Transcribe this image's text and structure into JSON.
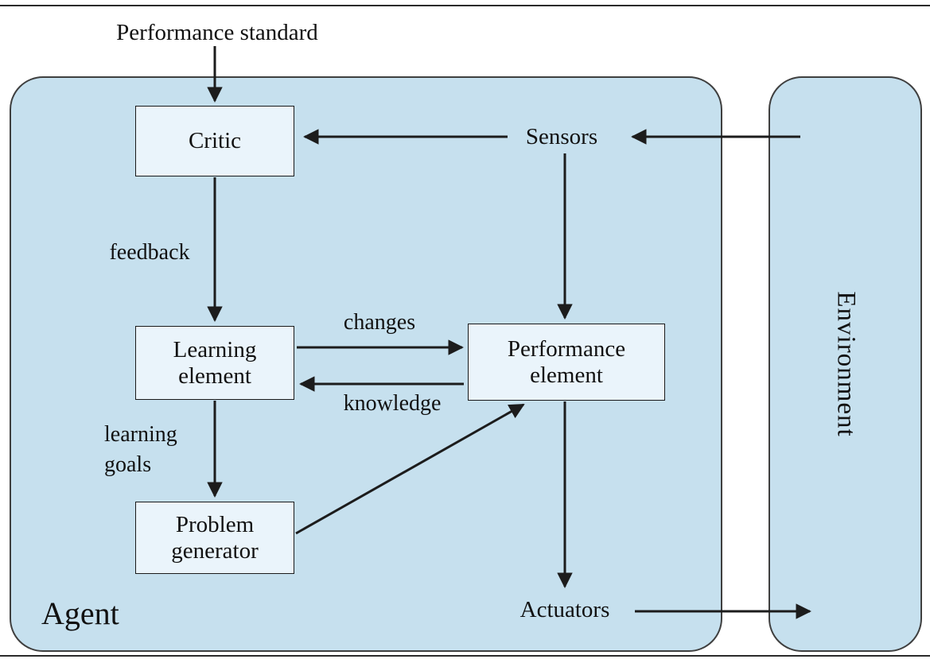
{
  "labels": {
    "performance_standard": "Performance standard",
    "sensors": "Sensors",
    "actuators": "Actuators",
    "agent": "Agent",
    "environment": "Environment"
  },
  "nodes": {
    "critic": "Critic",
    "learning_element": "Learning\nelement",
    "performance_element": "Performance\nelement",
    "problem_generator": "Problem\ngenerator"
  },
  "edge_labels": {
    "feedback": "feedback",
    "changes": "changes",
    "knowledge": "knowledge",
    "learning_goals": "learning\ngoals"
  },
  "edges": [
    {
      "from": "Performance standard",
      "to": "Critic",
      "label": ""
    },
    {
      "from": "Environment",
      "to": "Sensors",
      "label": ""
    },
    {
      "from": "Sensors",
      "to": "Critic",
      "label": ""
    },
    {
      "from": "Critic",
      "to": "Learning element",
      "label": "feedback"
    },
    {
      "from": "Sensors",
      "to": "Performance element",
      "label": ""
    },
    {
      "from": "Learning element",
      "to": "Performance element",
      "label": "changes"
    },
    {
      "from": "Performance element",
      "to": "Learning element",
      "label": "knowledge"
    },
    {
      "from": "Learning element",
      "to": "Problem generator",
      "label": "learning goals"
    },
    {
      "from": "Problem generator",
      "to": "Performance element",
      "label": ""
    },
    {
      "from": "Performance element",
      "to": "Actuators",
      "label": ""
    },
    {
      "from": "Actuators",
      "to": "Environment",
      "label": ""
    }
  ],
  "colors": {
    "container_fill": "#c6e0ee",
    "container_border": "#3f3f3f",
    "node_fill": "#eaf4fb",
    "node_border": "#1a1a1a",
    "arrow": "#1c1c1c",
    "text": "#111111"
  }
}
